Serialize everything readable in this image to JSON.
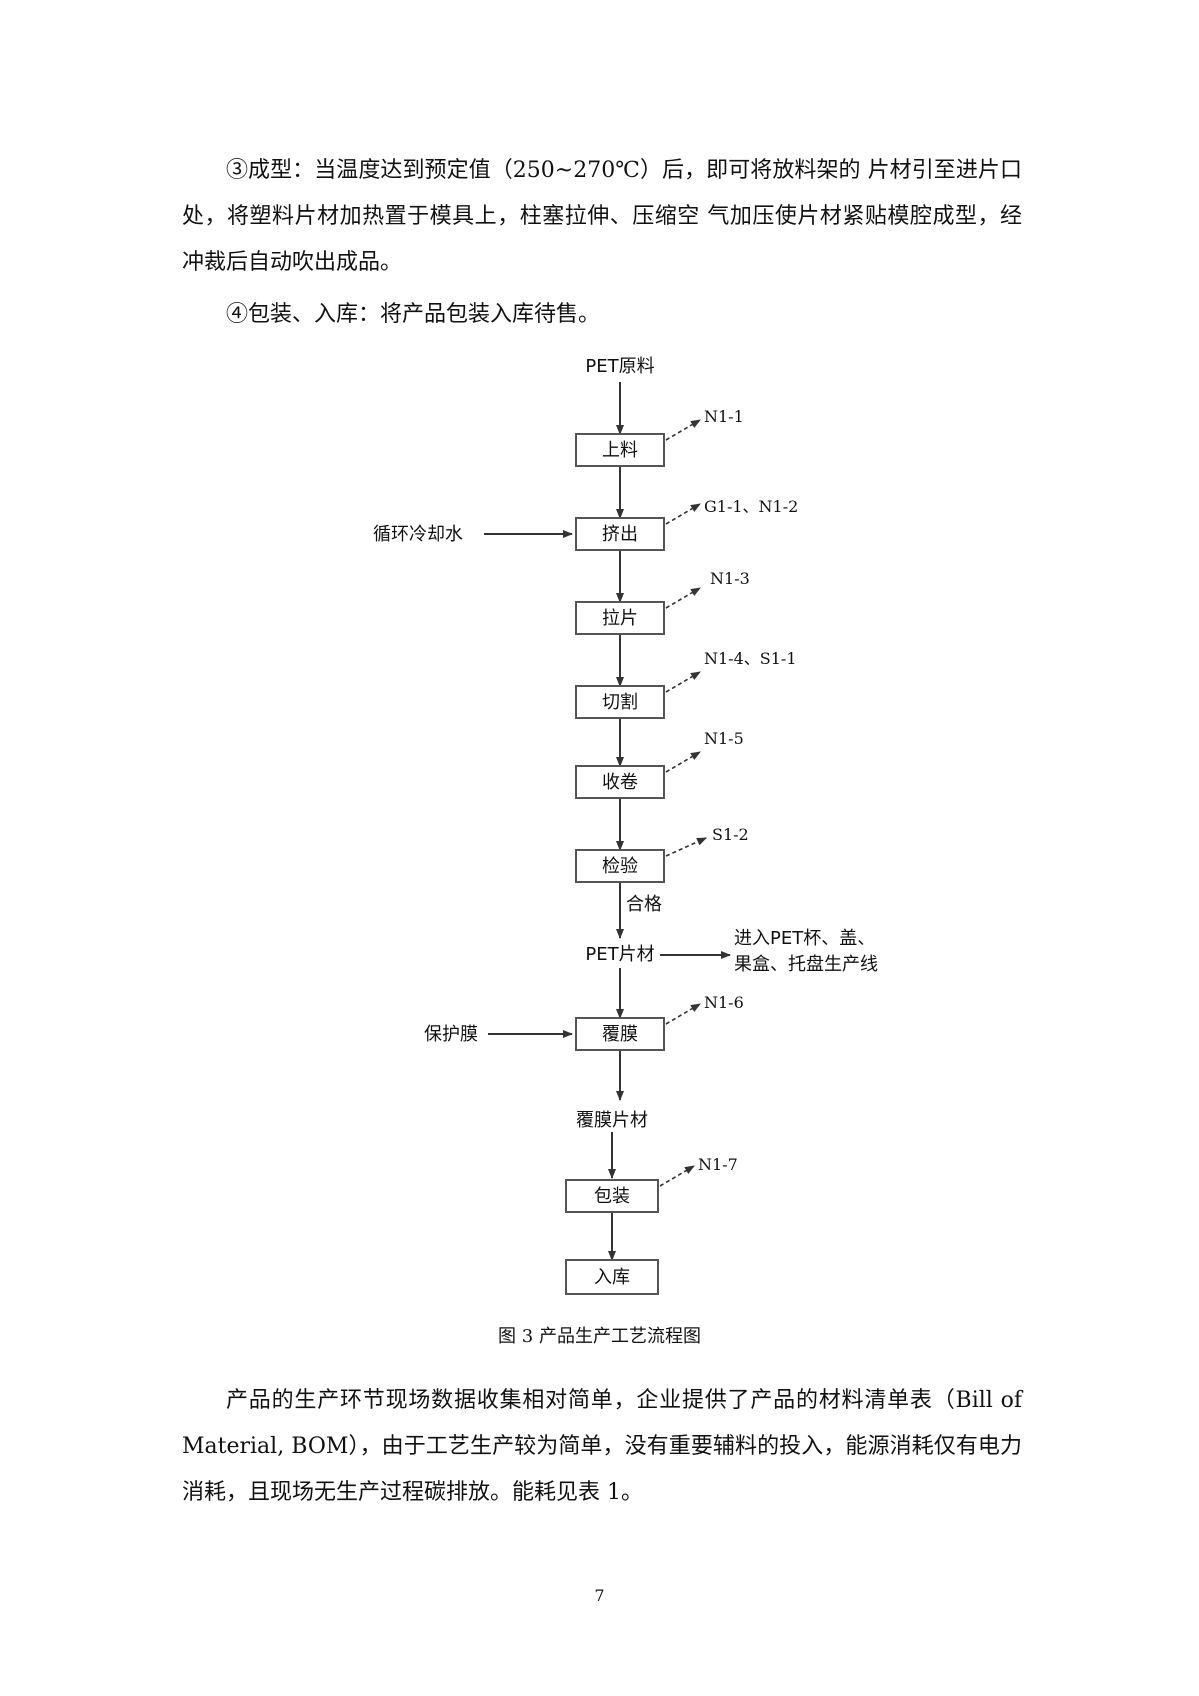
{
  "paragraphs": [
    "③成型：当温度达到预定值（250~270℃）后，即可将放料架的 片材引至进片口处，将塑料片材加热置于模具上，柱塞拉伸、压缩空 气加压使片材紧贴模腔成型，经冲裁后自动吹出成品。",
    "④包装、入库：将产品包装入库待售。",
    "产品的生产环节现场数据收集相对简单，企业提供了产品的材料清单表（Bill of Material, BOM），由于工艺生产较为简单，没有重要辅料的投入，能源消耗仅有电力消耗，且现场无生产过程碳排放。能耗见表 1。"
  ],
  "flowchart": {
    "start": "PET原料",
    "steps": [
      "上料",
      "挤出",
      "拉片",
      "切割",
      "收卷",
      "检验",
      "覆膜",
      "包装",
      "入库"
    ],
    "inputs": {
      "cooling_water": "循环冷却水",
      "protective_film": "保护膜"
    },
    "outputs": {
      "feed": "N1-1",
      "extrude": "G1-1、N1-2",
      "stretch": "N1-3",
      "cut": "N1-4、S1-1",
      "wind": "N1-5",
      "inspect": "S1-2",
      "laminate": "N1-6",
      "pack": "N1-7"
    },
    "pass_label": "合格",
    "intermediate_sheet": "PET片材",
    "branch_line1": "进入PET杯、盖、",
    "branch_line2": "果盒、托盘生产线",
    "laminated_sheet": "覆膜片材"
  },
  "caption": "图 3  产品生产工艺流程图",
  "page_number": "7"
}
